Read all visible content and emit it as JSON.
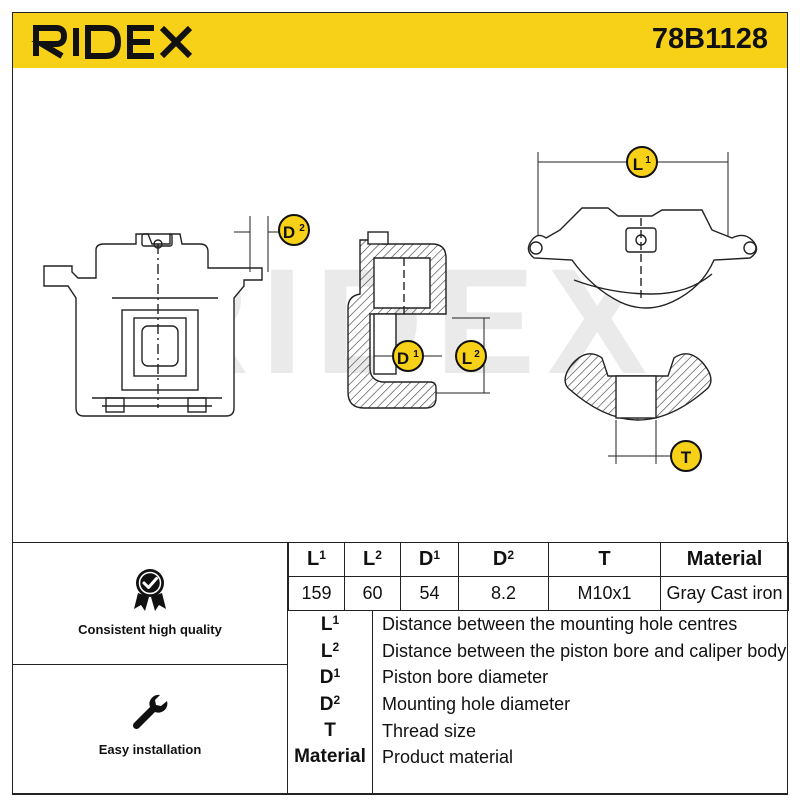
{
  "header": {
    "brand": "RIDEX",
    "part_number": "78B1128",
    "brand_color": "#f7d117"
  },
  "drawing": {
    "watermark": "RIDEX",
    "callouts": {
      "l1": {
        "letter": "L",
        "index": "1"
      },
      "l2": {
        "letter": "L",
        "index": "2"
      },
      "d1": {
        "letter": "D",
        "index": "1"
      },
      "d2": {
        "letter": "D",
        "index": "2"
      },
      "t": {
        "letter": "T",
        "index": ""
      }
    }
  },
  "spec_table": {
    "columns": [
      {
        "letter": "L",
        "index": "1"
      },
      {
        "letter": "L",
        "index": "2"
      },
      {
        "letter": "D",
        "index": "1"
      },
      {
        "letter": "D",
        "index": "2"
      },
      {
        "letter": "T",
        "index": ""
      },
      {
        "letter": "Material",
        "index": ""
      }
    ],
    "values": [
      "159",
      "60",
      "54",
      "8.2",
      "M10x1",
      "Gray Cast iron"
    ]
  },
  "features": [
    {
      "icon": "quality-badge-icon",
      "label": "Consistent high quality"
    },
    {
      "icon": "wrench-icon",
      "label": "Easy installation"
    }
  ],
  "legend": [
    {
      "letter": "L",
      "index": "1",
      "desc": "Distance between the mounting hole centres"
    },
    {
      "letter": "L",
      "index": "2",
      "desc": "Distance between the piston bore and caliper body"
    },
    {
      "letter": "D",
      "index": "1",
      "desc": "Piston bore diameter"
    },
    {
      "letter": "D",
      "index": "2",
      "desc": "Mounting hole diameter"
    },
    {
      "letter": "T",
      "index": "",
      "desc": "Thread size"
    },
    {
      "letter": "Material",
      "index": "",
      "desc": "Product material"
    }
  ]
}
